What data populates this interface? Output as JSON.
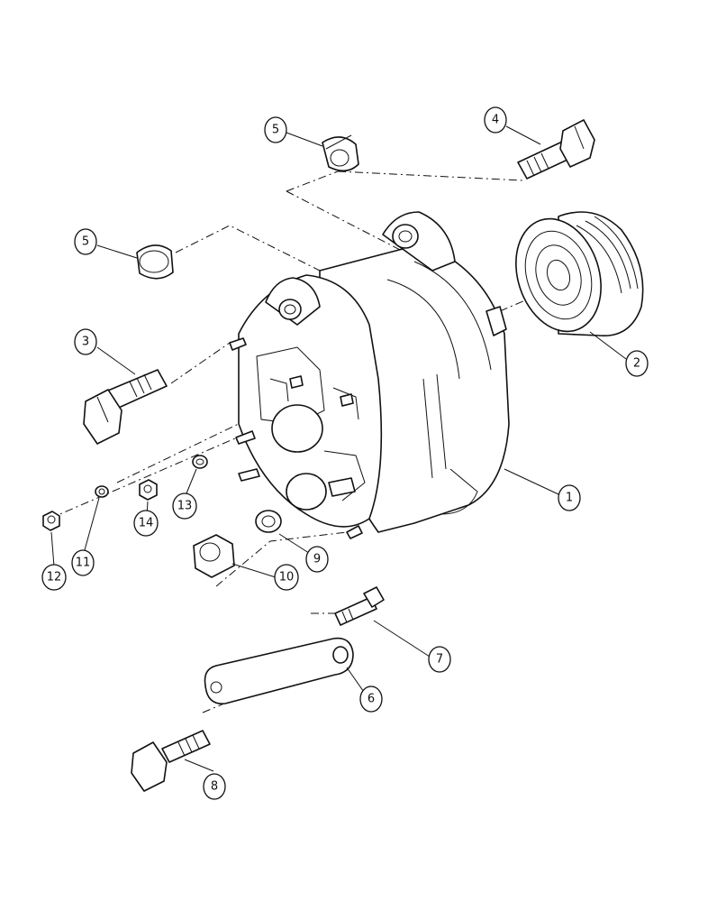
{
  "colors": {
    "line": "#111111",
    "background": "#ffffff"
  },
  "callouts": [
    {
      "part": "alternator",
      "label": "1"
    },
    {
      "part": "pulley",
      "label": "2"
    },
    {
      "part": "bolt-left",
      "label": "3"
    },
    {
      "part": "bolt-top",
      "label": "4"
    },
    {
      "part": "flange-nut-top",
      "label": "5"
    },
    {
      "part": "spacer-left",
      "label": "5"
    },
    {
      "part": "adjusting-link",
      "label": "6"
    },
    {
      "part": "link-bolt",
      "label": "7"
    },
    {
      "part": "bolt-bottom",
      "label": "8"
    },
    {
      "part": "lock-washer",
      "label": "9"
    },
    {
      "part": "nut-large",
      "label": "10"
    },
    {
      "part": "washer-small",
      "label": "11"
    },
    {
      "part": "nut-small",
      "label": "12"
    },
    {
      "part": "washer-medium",
      "label": "13"
    },
    {
      "part": "nut-medium",
      "label": "14"
    }
  ]
}
